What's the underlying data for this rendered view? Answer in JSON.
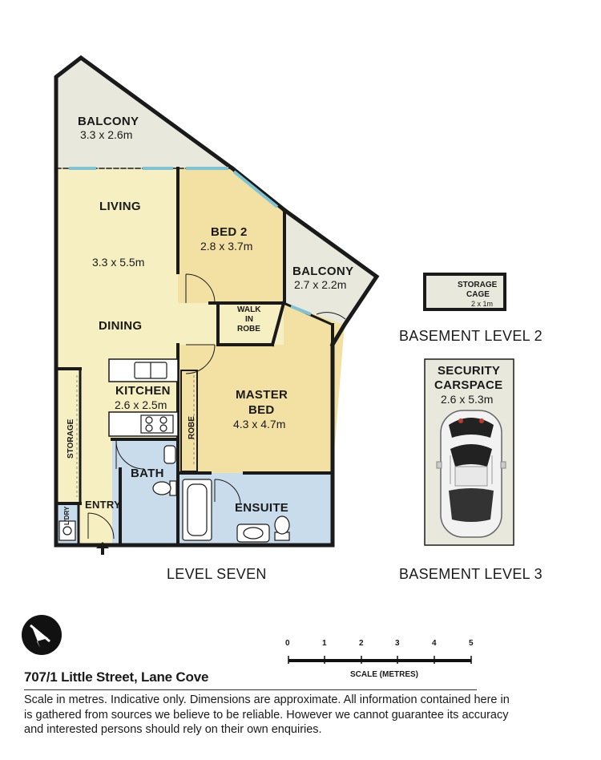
{
  "rooms": {
    "balcony_1": {
      "name": "BALCONY",
      "dims": "3.3 x 2.6m"
    },
    "living": {
      "name": "LIVING"
    },
    "living_dims": "3.3 x 5.5m",
    "dining": {
      "name": "DINING"
    },
    "bed_2": {
      "name": "BED 2",
      "dims": "2.8 x 3.7m"
    },
    "balcony_2": {
      "name": "BALCONY",
      "dims": "2.7 x 2.2m"
    },
    "walk_in_robe": {
      "line1": "WALK",
      "line2": "IN",
      "line3": "ROBE"
    },
    "kitchen": {
      "name": "KITCHEN",
      "dims": "2.6 x 2.5m"
    },
    "master_bed": {
      "line1": "MASTER",
      "line2": "BED",
      "dims": "4.3 x 4.7m"
    },
    "robe": {
      "name": "ROBE"
    },
    "storage": {
      "name": "STORAGE"
    },
    "bath": {
      "name": "BATH"
    },
    "ensuite": {
      "name": "ENSUITE"
    },
    "entry": {
      "name": "ENTRY"
    },
    "laundry": {
      "name": "L'DRY"
    }
  },
  "levels": {
    "level_seven": "LEVEL SEVEN",
    "basement_2": "BASEMENT LEVEL 2",
    "basement_3": "BASEMENT LEVEL 3"
  },
  "storage_cage": {
    "line1": "STORAGE",
    "line2": "CAGE",
    "dims": "2 x 1m"
  },
  "carspace": {
    "line1": "SECURITY",
    "line2": "CARSPACE",
    "dims": "2.6 x 5.3m"
  },
  "scale": {
    "ticks": [
      "0",
      "1",
      "2",
      "3",
      "4",
      "5"
    ],
    "label": "SCALE (METRES)"
  },
  "address": "707/1 Little Street, Lane Cove",
  "disclaimer": "Scale in metres. Indicative only. Dimensions are approximate. All information contained here in is gathered from sources we believe to be reliable. However we cannot guarantee its accuracy and interested persons should rely on their own enquiries.",
  "colors": {
    "living": "#f6efc2",
    "bedroom": "#f3e1a4",
    "wet": "#c9dcec",
    "balcony": "#e8e8dc",
    "wall": "#1a1a1a",
    "glass": "#7fc4d6"
  },
  "icons": [
    "compass-arrow-icon",
    "entry-arrow-icon",
    "car-icon"
  ]
}
